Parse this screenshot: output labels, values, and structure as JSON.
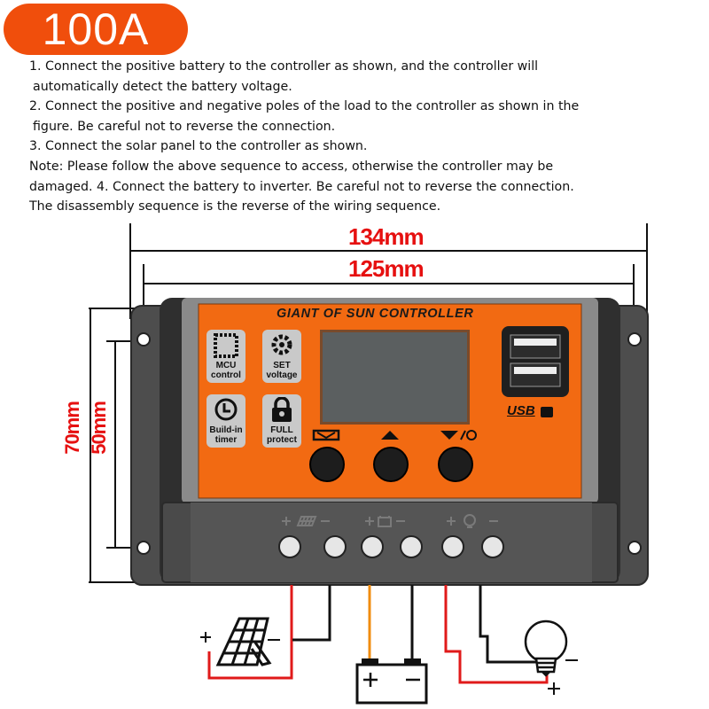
{
  "badge": {
    "label": "100A",
    "color": "#f04e0c"
  },
  "instructions": [
    "1. Connect the positive battery to the controller as shown, and the controller will",
    "automatically detect the battery voltage.",
    "2. Connect the positive and negative poles of the load to the controller as shown in the",
    "figure. Be careful not to reverse the connection.",
    "3. Connect the solar panel to the controller as shown.",
    "Note: Please follow the above sequence to access, otherwise the controller may be",
    "damaged.  4. Connect the battery to inverter. Be careful not to reverse the connection.",
    "The disassembly sequence is the reverse of the wiring sequence."
  ],
  "dimensions": {
    "overall_width": "134mm",
    "hole_width": "125mm",
    "overall_height": "70mm",
    "hole_height": "50mm",
    "color": "#e61010"
  },
  "controller": {
    "title": "GIANT OF SUN CONTROLLER",
    "face_color": "#f26a12",
    "features": [
      {
        "icon": "chip-icon",
        "label": "MCU\ncontrol"
      },
      {
        "icon": "gear-icon",
        "label": "SET\nvoltage"
      },
      {
        "icon": "clock-icon",
        "label": "Build-in\ntimer"
      },
      {
        "icon": "lock-icon",
        "label": "FULL\nprotect"
      }
    ],
    "usb_label": "USB",
    "buttons": [
      {
        "icon": "menu-icon",
        "name": "menu"
      },
      {
        "icon": "up-plus-icon",
        "name": "up"
      },
      {
        "icon": "down-light-icon",
        "name": "down"
      }
    ],
    "terminal_groups": [
      {
        "icon": "solar-panel-icon",
        "name": "solar"
      },
      {
        "icon": "battery-icon",
        "name": "battery"
      },
      {
        "icon": "bulb-icon",
        "name": "load"
      }
    ],
    "terminal_count": 6
  },
  "wiring": {
    "solar": {
      "plus": "+",
      "minus": "−"
    },
    "battery": {
      "plus": "+",
      "minus": "−"
    },
    "load": {
      "plus": "+",
      "minus": "−"
    },
    "colors": {
      "positive": "#e01a1a",
      "negative": "#111111",
      "battery_positive": "#f08c10"
    }
  }
}
